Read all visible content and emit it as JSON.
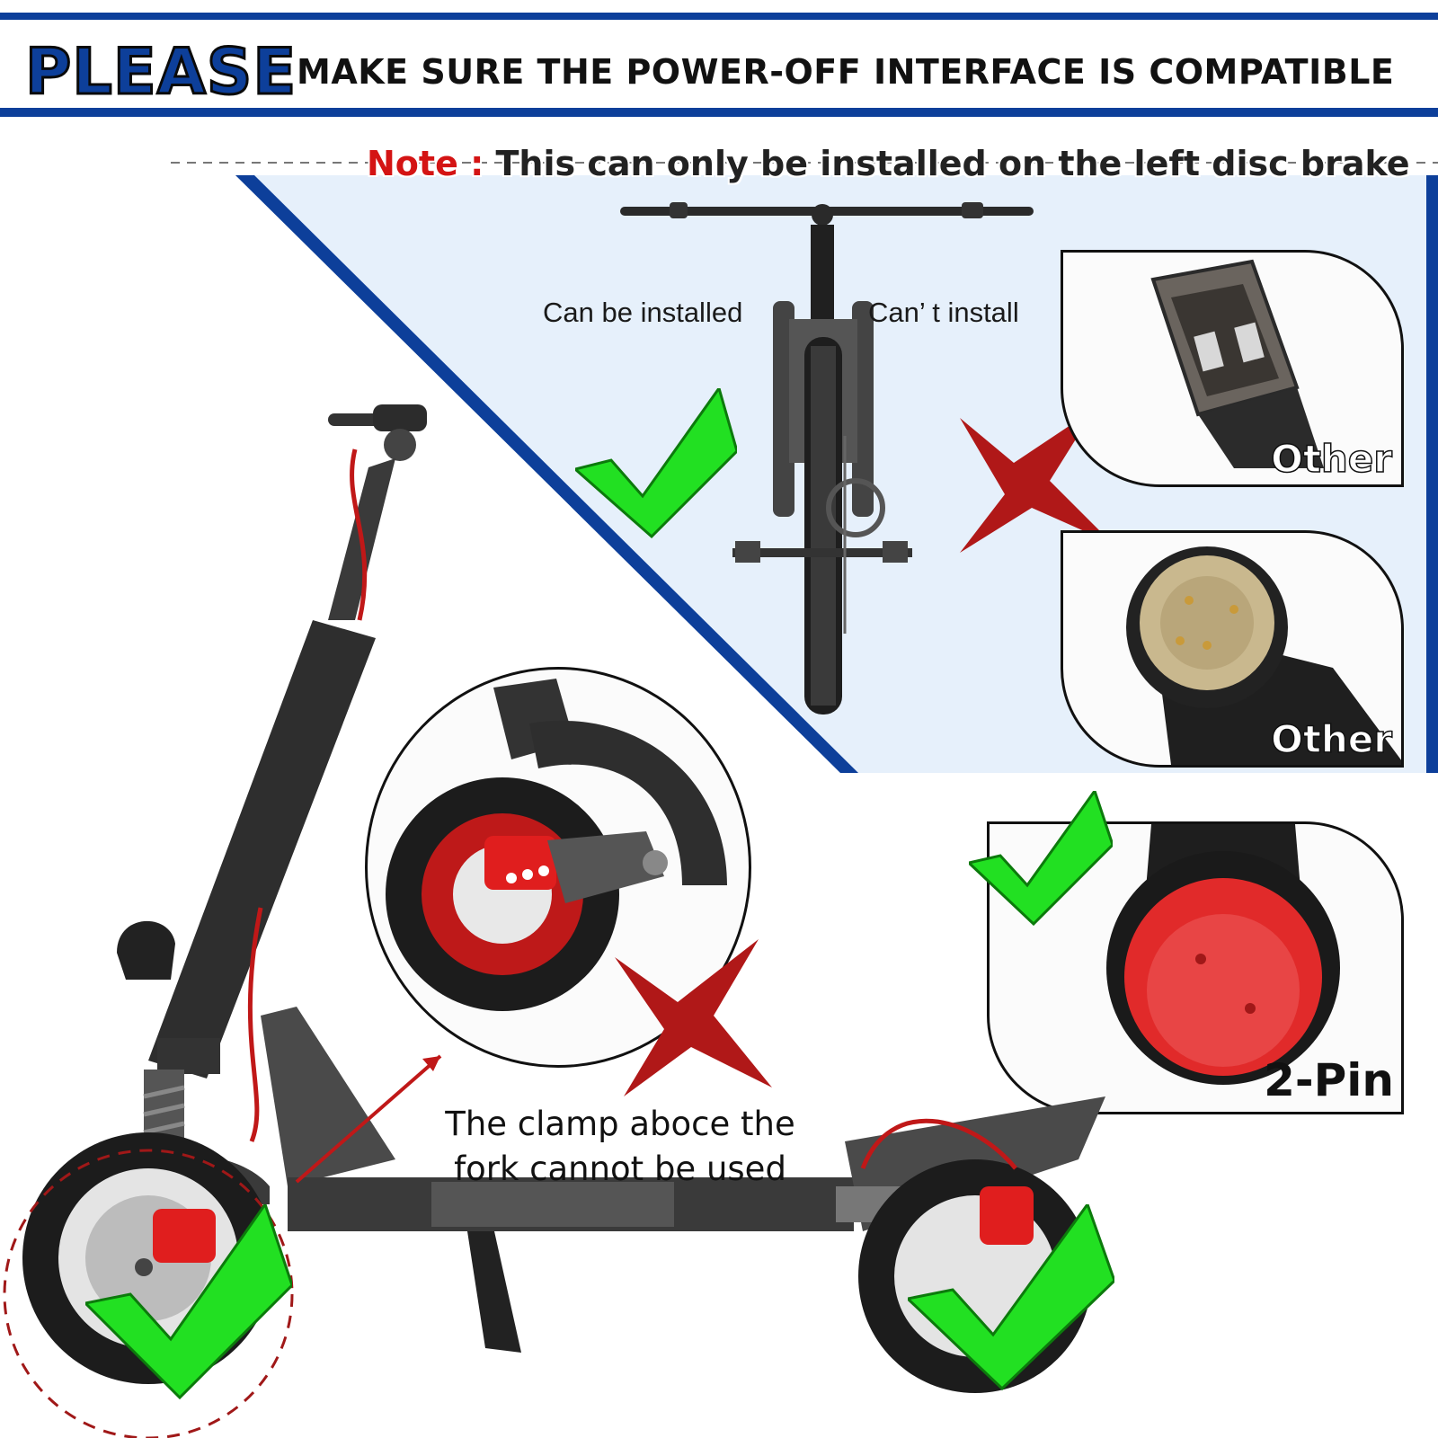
{
  "header": {
    "highlight_word": "PLEASE",
    "rest_text": "MAKE SURE THE POWER-OFF INTERFACE IS COMPATIBLE"
  },
  "note": {
    "label": "Note :",
    "text": " This can only be installed on the left disc brake"
  },
  "bike_panel": {
    "left_label": "Can be installed",
    "right_label": "Can’ t install"
  },
  "connectors": {
    "top_label": "Other",
    "middle_label": "Other",
    "bottom_label": "2-Pin"
  },
  "caption": {
    "line1": "The clamp aboce the",
    "line2": "fork cannot be used"
  },
  "colors": {
    "brand_blue": "#0d3f9a",
    "check_green": "#22e022",
    "cross_red": "#b01818",
    "note_red": "#d41414",
    "panel_bg": "#e6f0fb"
  }
}
